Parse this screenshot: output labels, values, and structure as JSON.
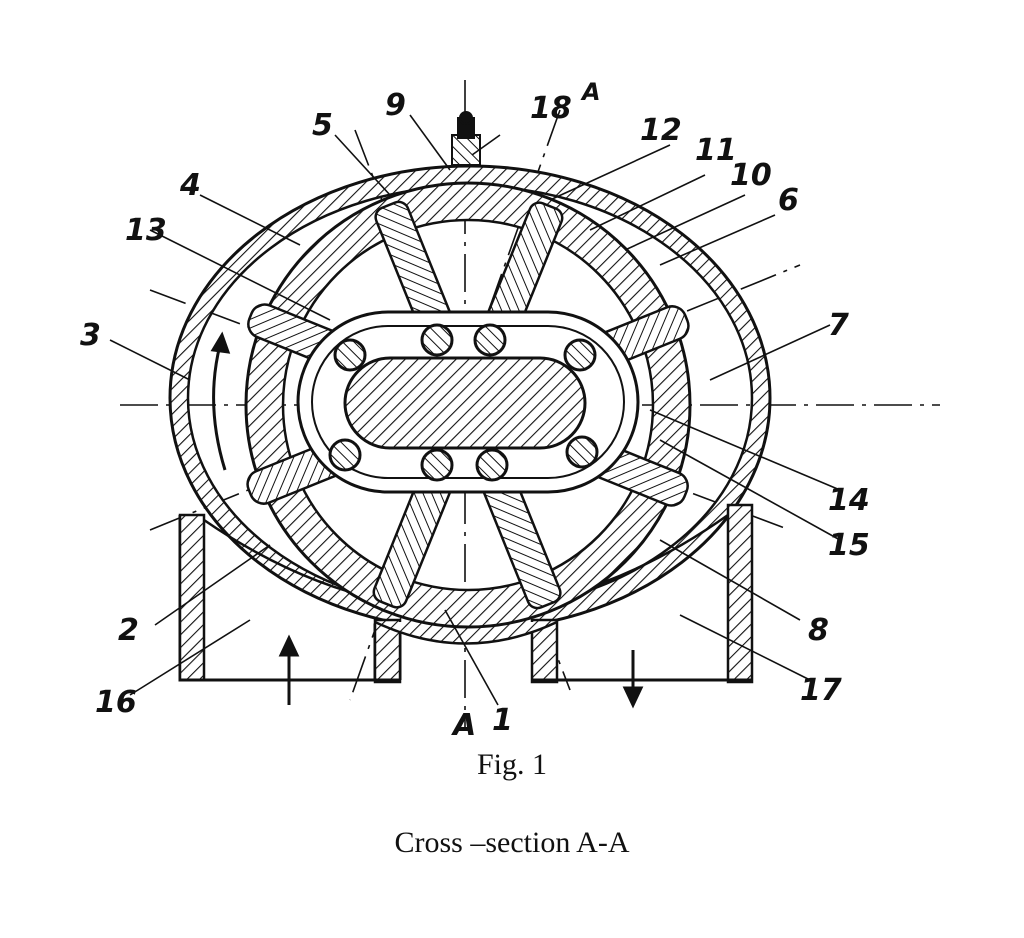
{
  "figure": {
    "caption": "Fig. 1",
    "subcaption": "Cross –section A-A",
    "section_mark_top": "A",
    "section_mark_bottom": "A",
    "reference_numerals": [
      "1",
      "2",
      "3",
      "4",
      "5",
      "6",
      "7",
      "8",
      "9",
      "10",
      "11",
      "12",
      "13",
      "14",
      "15",
      "16",
      "17",
      "18"
    ]
  },
  "colors": {
    "ink": "#111111",
    "paper": "#ffffff"
  }
}
